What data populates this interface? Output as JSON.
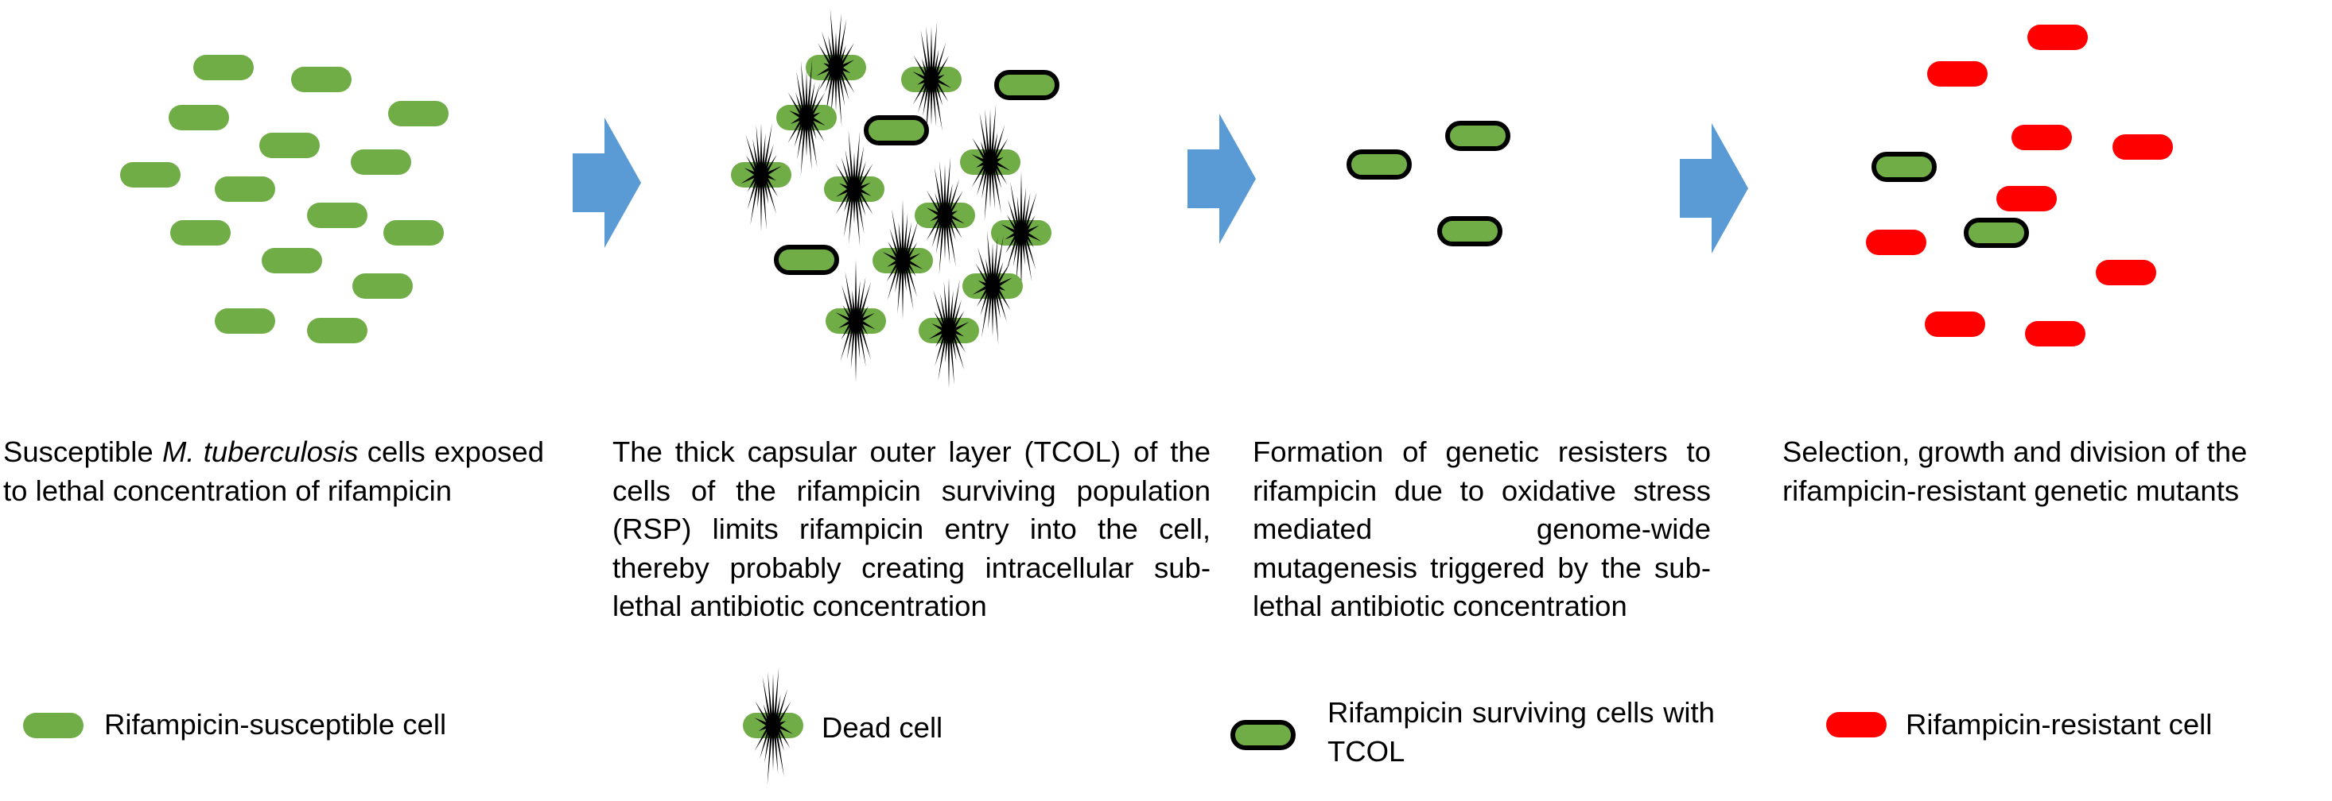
{
  "colors": {
    "susceptible": "#70AD47",
    "resistant": "#FF0000",
    "arrow": "#5B9BD5",
    "dead_burst": "#000000",
    "tcol_outline": "#000000"
  },
  "panels": [
    {
      "id": "panel-1",
      "desc_before_italic": "Susceptible ",
      "desc_italic": "M. tuberculosis",
      "desc_after_italic": " cells exposed to lethal concentration of rifampicin"
    },
    {
      "id": "panel-2",
      "desc": "The thick capsular outer layer (TCOL) of the cells of the rifampicin surviving population (RSP) limits rifampicin entry into the cell, thereby probably creating intracellular sub-lethal antibiotic concentration"
    },
    {
      "id": "panel-3",
      "desc": "Formation of genetic resisters to rifampicin due to oxidative stress mediated genome-wide mutagenesis triggered by the sub-lethal antibiotic concentration"
    },
    {
      "id": "panel-4",
      "desc": "Selection, growth and division of the rifampicin-resistant genetic mutants"
    }
  ],
  "legend": {
    "susceptible": "Rifampicin-susceptible cell",
    "dead": "Dead cell",
    "surviving": "Rifampicin surviving cells with TCOL",
    "resistant": "Rifampicin-resistant cell"
  },
  "arrow_icon": "right-arrow-icon",
  "cell_icons": {
    "susceptible": "green-capsule-icon",
    "dead": "black-burst-over-green-capsule-icon",
    "surviving": "green-capsule-black-outline-icon",
    "resistant": "red-capsule-icon"
  }
}
